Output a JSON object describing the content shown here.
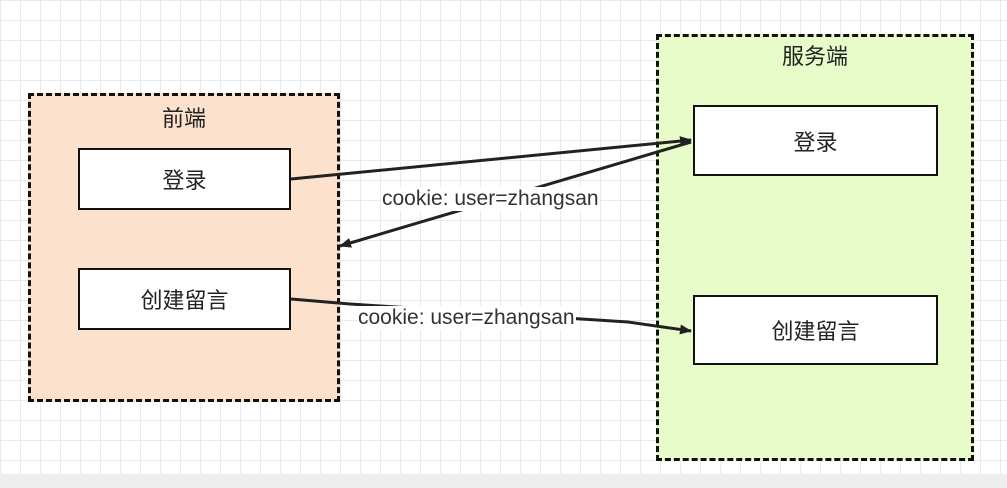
{
  "diagram": {
    "groups": {
      "frontend": {
        "title": "前端",
        "fill": "#fce2cc"
      },
      "server": {
        "title": "服务端",
        "fill": "#e8fcc9"
      }
    },
    "nodes": {
      "frontend_login": "登录",
      "frontend_create_message": "创建留言",
      "server_login": "登录",
      "server_create_message": "创建留言"
    },
    "edges": [
      {
        "from": "frontend_login",
        "to": "server_login",
        "label": ""
      },
      {
        "from": "server_login",
        "to": "frontend",
        "label": "cookie: user=zhangsan"
      },
      {
        "from": "frontend_create_message",
        "to": "server_create_message",
        "label": "cookie: user=zhangsan"
      }
    ]
  }
}
